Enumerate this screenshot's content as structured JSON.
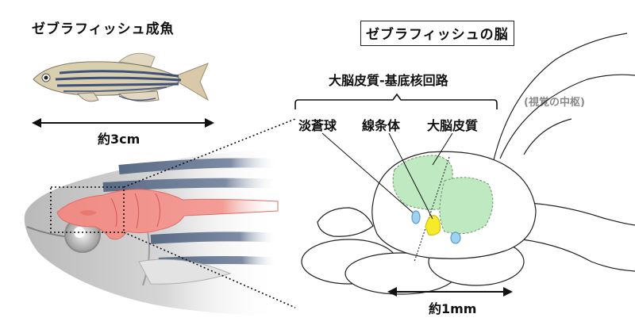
{
  "titles": {
    "adult": "ゼブラフィッシュ成魚",
    "brain": "ゼブラフィッシュの脳"
  },
  "labels": {
    "fish_size": "約3cm",
    "brain_size": "約1mm",
    "circuit": "大脳皮質-基底核回路",
    "pallidum": "淡蒼球",
    "striatum": "線条体",
    "cortex": "大脳皮質",
    "visual_center": "(視覚の中枢)"
  },
  "colors": {
    "brain_highlight": "#f08a84",
    "cortex_fill": "#bfe9c0",
    "pallidum_fill": "#9fd2ee",
    "striatum_fill": "#f6ea2a"
  }
}
